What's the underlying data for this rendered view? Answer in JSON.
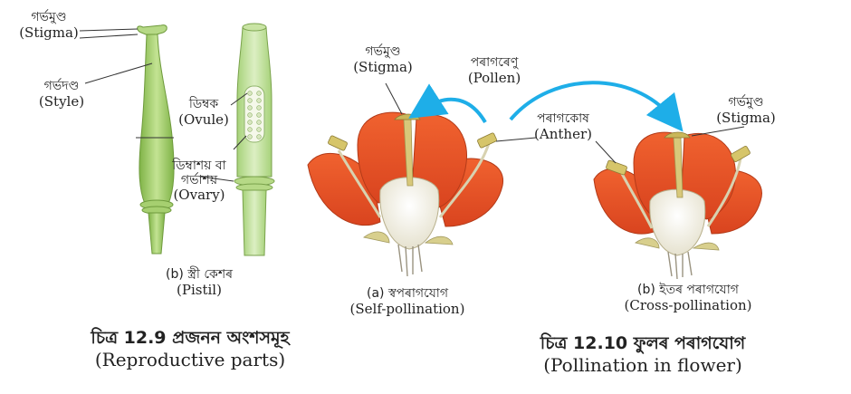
{
  "pistil_labels": {
    "stigma": {
      "bn": "গৰ্ভমুণ্ড",
      "en": "(Stigma)"
    },
    "style": {
      "bn": "গৰ্ভদণ্ড",
      "en": "(Style)"
    },
    "ovule": {
      "bn": "ডিম্বক",
      "en": "(Ovule)"
    },
    "ovary": {
      "bn1": "ডিম্বাশয় বা",
      "bn2": "গৰ্ভাশয়",
      "en": "(Ovary)"
    }
  },
  "pistil_caption": {
    "bn": "(b) স্ত্ৰী কেশৰ",
    "en": "(Pistil)"
  },
  "figure_12_9": {
    "bn": "চিত্ৰ 12.9 প্ৰজনন অংশসমূহ",
    "en": "(Reproductive parts)"
  },
  "pollination_labels": {
    "stigma_left": {
      "bn": "গৰ্ভমুণ্ড",
      "en": "(Stigma)"
    },
    "pollen": {
      "bn": "পৰাগৰেণু",
      "en": "(Pollen)"
    },
    "anther": {
      "bn": "পৰাগকোষ",
      "en": "(Anther)"
    },
    "stigma_right": {
      "bn": "গৰ্ভমুণ্ড",
      "en": "(Stigma)"
    }
  },
  "self_caption": {
    "bn": "(a) স্বপৰাগযোগ",
    "en": "(Self-pollination)"
  },
  "cross_caption": {
    "bn": "(b) ইতৰ পৰাগযোগ",
    "en": "(Cross-pollination)"
  },
  "figure_12_10": {
    "bn": "চিত্ৰ 12.10 ফুলৰ পৰাগযোগ",
    "en": "(Pollination in flower)"
  },
  "colors": {
    "petal": "#e8502a",
    "pistil_green": "#9ccc5a",
    "anther_yellow": "#d6c56a",
    "arrow_blue": "#1eaee8",
    "ink": "#222222"
  }
}
